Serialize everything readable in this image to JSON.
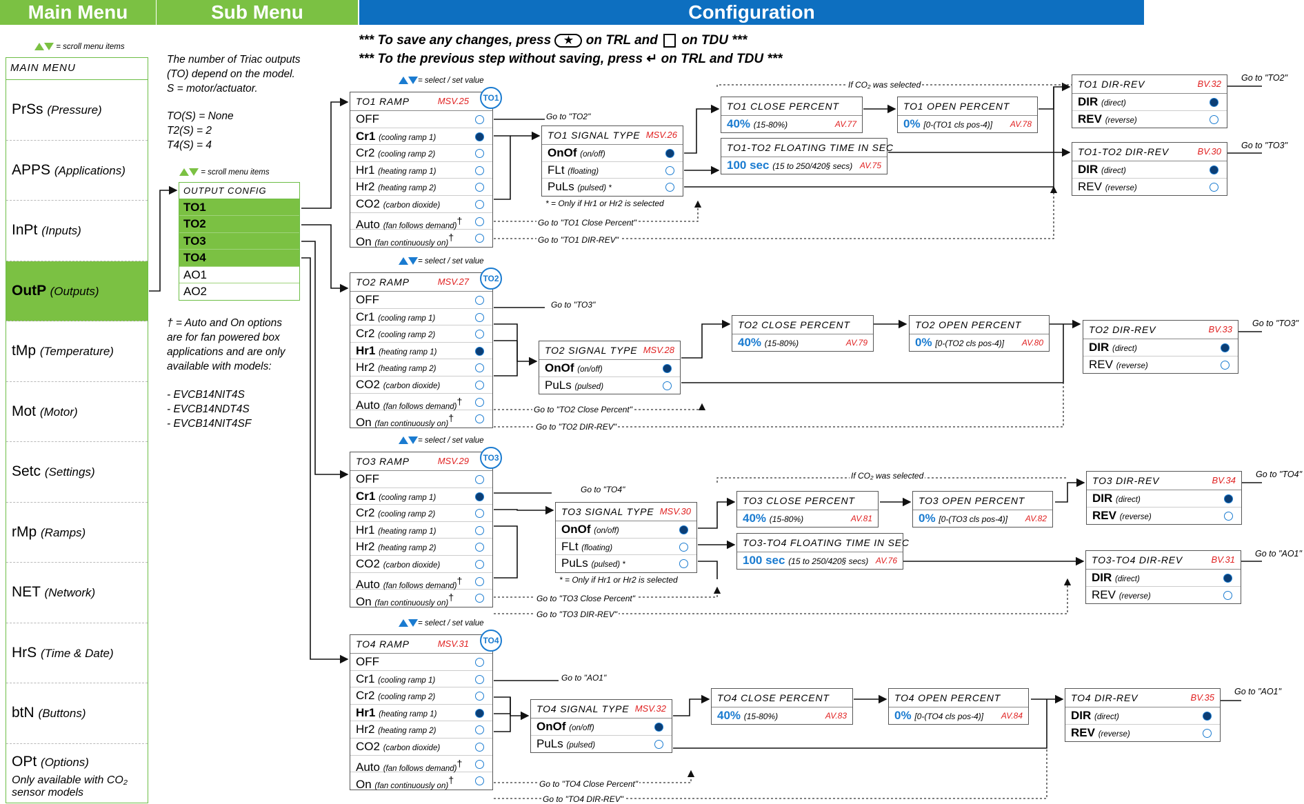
{
  "header": {
    "main_menu": "Main Menu",
    "sub_menu": "Sub Menu",
    "configuration": "Configuration"
  },
  "scroll_hint": "= scroll menu items",
  "select_hint": "= select / set value",
  "warnings": {
    "save_a": "*** To save any changes, press",
    "save_b": "on TRL and",
    "save_c": "on TDU ***",
    "prev_a": "*** To the previous step without saving, press",
    "prev_b": "on TRL and TDU ***"
  },
  "main_menu": {
    "title": "MAIN MENU",
    "items": [
      {
        "code": "PrSs",
        "desc": "(Pressure)"
      },
      {
        "code": "APPS",
        "desc": "(Applications)"
      },
      {
        "code": "InPt",
        "desc": "(Inputs)"
      },
      {
        "code": "OutP",
        "desc": "(Outputs)"
      },
      {
        "code": "tMp",
        "desc": "(Temperature)"
      },
      {
        "code": "Mot",
        "desc": "(Motor)"
      },
      {
        "code": "Setc",
        "desc": "(Settings)"
      },
      {
        "code": "rMp",
        "desc": "(Ramps)"
      },
      {
        "code": "NET",
        "desc": "(Network)"
      },
      {
        "code": "HrS",
        "desc": "(Time & Date)"
      },
      {
        "code": "btN",
        "desc": "(Buttons)"
      },
      {
        "code": "OPt",
        "desc": "(Options)"
      }
    ],
    "opt_note": "Only available with CO₂ sensor models"
  },
  "notes": {
    "triac": [
      "The number of Triac outputs",
      "(TO) depend on the model.",
      "S = motor/actuator."
    ],
    "counts": [
      "TO(S) = None",
      "T2(S) = 2",
      "T4(S) = 4"
    ],
    "fan": [
      "† = Auto and On options",
      "are for fan powered box",
      "applications and are only",
      "available with models:"
    ],
    "models": [
      "- EVCB14NIT4S",
      "- EVCB14NDT4S",
      "- EVCB14NIT4SF"
    ]
  },
  "sub_menu": {
    "title": "OUTPUT CONFIG",
    "items": [
      "TO1",
      "TO2",
      "TO3",
      "TO4",
      "AO1",
      "AO2"
    ]
  },
  "ramp_options": [
    {
      "code": "OFF",
      "desc": ""
    },
    {
      "code": "Cr1",
      "desc": "(cooling ramp 1)"
    },
    {
      "code": "Cr2",
      "desc": "(cooling ramp 2)"
    },
    {
      "code": "Hr1",
      "desc": "(heating ramp 1)"
    },
    {
      "code": "Hr2",
      "desc": "(heating ramp 2)"
    },
    {
      "code": "CO2",
      "desc": "(carbon dioxide)"
    },
    {
      "code": "Auto",
      "desc": "(fan follows demand)"
    },
    {
      "code": "On",
      "desc": "(fan continuously on)"
    }
  ],
  "ramps": [
    {
      "title": "TO1 RAMP",
      "reg": "MSV.25",
      "badge": "TO1",
      "selected": "Cr1"
    },
    {
      "title": "TO2 RAMP",
      "reg": "MSV.27",
      "badge": "TO2",
      "selected": "Hr1"
    },
    {
      "title": "TO3 RAMP",
      "reg": "MSV.29",
      "badge": "TO3",
      "selected": "Cr1"
    },
    {
      "title": "TO4 RAMP",
      "reg": "MSV.31",
      "badge": "TO4",
      "selected": "Hr1"
    }
  ],
  "signal": [
    {
      "title": "TO1 SIGNAL TYPE",
      "reg": "MSV.26",
      "opts": [
        {
          "code": "OnOf",
          "desc": "(on/off)",
          "sel": true
        },
        {
          "code": "FLt",
          "desc": "(floating)",
          "sel": false
        },
        {
          "code": "PuLs",
          "desc": "(pulsed) *",
          "sel": false
        }
      ],
      "foot": "* = Only if Hr1 or Hr2 is selected"
    },
    {
      "title": "TO2 SIGNAL TYPE",
      "reg": "MSV.28",
      "opts": [
        {
          "code": "OnOf",
          "desc": "(on/off)",
          "sel": true
        },
        {
          "code": "PuLs",
          "desc": "(pulsed)",
          "sel": false
        }
      ],
      "foot": ""
    },
    {
      "title": "TO3 SIGNAL TYPE",
      "reg": "MSV.30",
      "opts": [
        {
          "code": "OnOf",
          "desc": "(on/off)",
          "sel": true
        },
        {
          "code": "FLt",
          "desc": "(floating)",
          "sel": false
        },
        {
          "code": "PuLs",
          "desc": "(pulsed) *",
          "sel": false
        }
      ],
      "foot": "* = Only if Hr1 or Hr2 is selected"
    },
    {
      "title": "TO4 SIGNAL TYPE",
      "reg": "MSV.32",
      "opts": [
        {
          "code": "OnOf",
          "desc": "(on/off)",
          "sel": true
        },
        {
          "code": "PuLs",
          "desc": "(pulsed)",
          "sel": false
        }
      ],
      "foot": ""
    }
  ],
  "close_pct": [
    {
      "title": "TO1 CLOSE PERCENT",
      "value": "40%",
      "range": "(15-80%)",
      "reg": "AV.77"
    },
    {
      "title": "TO2 CLOSE PERCENT",
      "value": "40%",
      "range": "(15-80%)",
      "reg": "AV.79"
    },
    {
      "title": "TO3 CLOSE PERCENT",
      "value": "40%",
      "range": "(15-80%)",
      "reg": "AV.81"
    },
    {
      "title": "TO4 CLOSE PERCENT",
      "value": "40%",
      "range": "(15-80%)",
      "reg": "AV.83"
    }
  ],
  "open_pct": [
    {
      "title": "TO1 OPEN PERCENT",
      "value": "0%",
      "range": "[0-(TO1 cls pos-4)]",
      "reg": "AV.78"
    },
    {
      "title": "TO2 OPEN PERCENT",
      "value": "0%",
      "range": "[0-(TO2 cls pos-4)]",
      "reg": "AV.80"
    },
    {
      "title": "TO3 OPEN PERCENT",
      "value": "0%",
      "range": "[0-(TO3 cls pos-4)]",
      "reg": "AV.82"
    },
    {
      "title": "TO4 OPEN PERCENT",
      "value": "0%",
      "range": "[0-(TO4 cls pos-4)]",
      "reg": "AV.84"
    }
  ],
  "floating": [
    {
      "title": "TO1-TO2 FLOATING TIME IN SEC",
      "value": "100 sec",
      "range": "(15 to 250/420§ secs)",
      "reg": "AV.75"
    },
    {
      "title": "TO3-TO4 FLOATING TIME IN SEC",
      "value": "100 sec",
      "range": "(15 to 250/420§ secs)",
      "reg": "AV.76"
    }
  ],
  "dirrev": [
    {
      "title": "TO1 DIR-REV",
      "reg": "BV.32",
      "goto": "Go to \"TO2\""
    },
    {
      "title": "TO1-TO2 DIR-REV",
      "reg": "BV.30",
      "goto": "Go to \"TO3\""
    },
    {
      "title": "TO2 DIR-REV",
      "reg": "BV.33",
      "goto": "Go to \"TO3\""
    },
    {
      "title": "TO3 DIR-REV",
      "reg": "BV.34",
      "goto": "Go to \"TO4\""
    },
    {
      "title": "TO3-TO4 DIR-REV",
      "reg": "BV.31",
      "goto": "Go to \"AO1\""
    },
    {
      "title": "TO4 DIR-REV",
      "reg": "BV.35",
      "goto": "Go to \"AO1\""
    }
  ],
  "dir_opts": [
    {
      "code": "DIR",
      "desc": "(direct)"
    },
    {
      "code": "REV",
      "desc": "(reverse)"
    }
  ],
  "links": {
    "to1_off": "Go to \"TO2\"",
    "to1_auto": "Go to \"TO1 Close Percent\"",
    "to1_on": "Go to \"TO1 DIR-REV\"",
    "to2_off": "Go to \"TO3\"",
    "to2_auto": "Go to \"TO2 Close Percent\"",
    "to2_on": "Go to \"TO2 DIR-REV\"",
    "to3_off": "Go to \"TO4\"",
    "to3_auto": "Go to \"TO3 Close Percent\"",
    "to3_on": "Go to \"TO3 DIR-REV\"",
    "to4_off": "Go to \"AO1\"",
    "to4_auto": "Go to \"TO4 Close Percent\"",
    "to4_on": "Go to \"TO4 DIR-REV\"",
    "co2_a": "If CO₂ was selected",
    "co2_b": "If CO₂ was selected"
  },
  "colors": {
    "green": "#7bc143",
    "blue": "#1a7bd0",
    "red": "#e02020"
  }
}
